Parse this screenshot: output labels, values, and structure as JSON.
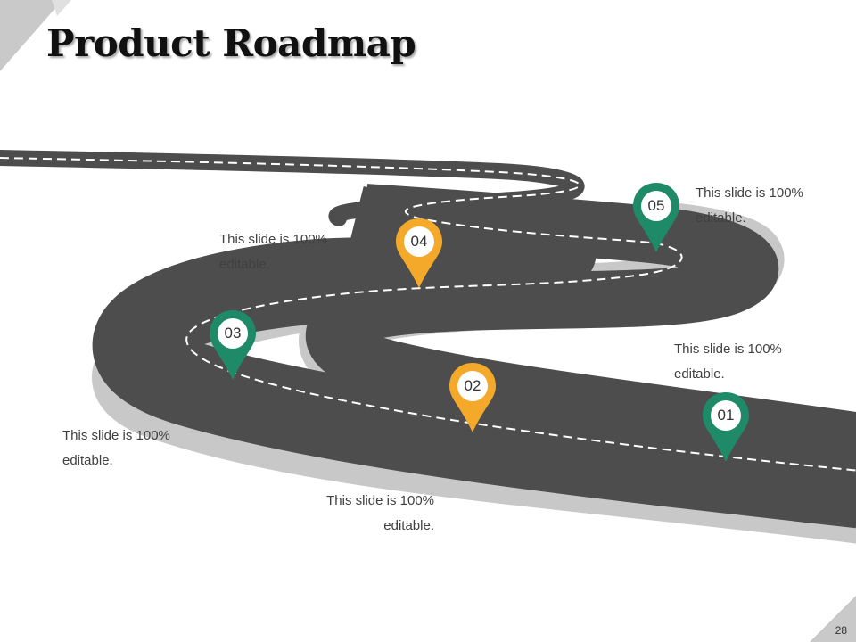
{
  "slide": {
    "title": "Product Roadmap",
    "page_number": "28"
  },
  "colors": {
    "road": "#4d4d4d",
    "road_shadow": "#c8c8c8",
    "dash": "#ffffff",
    "green": "#1e8a67",
    "orange": "#f4a92a"
  },
  "milestones": [
    {
      "number": "01",
      "color": "green",
      "line1": "This slide is 100%",
      "line2": "editable."
    },
    {
      "number": "02",
      "color": "orange",
      "line1": "This slide is 100%",
      "line2": "editable."
    },
    {
      "number": "03",
      "color": "green",
      "line1": "This slide is 100%",
      "line2": "editable."
    },
    {
      "number": "04",
      "color": "orange",
      "line1": "This slide is 100%",
      "line2": "editable."
    },
    {
      "number": "05",
      "color": "green",
      "line1": "This slide is 100%",
      "line2": "editable."
    }
  ],
  "icons": [
    "map-pin-icon"
  ]
}
